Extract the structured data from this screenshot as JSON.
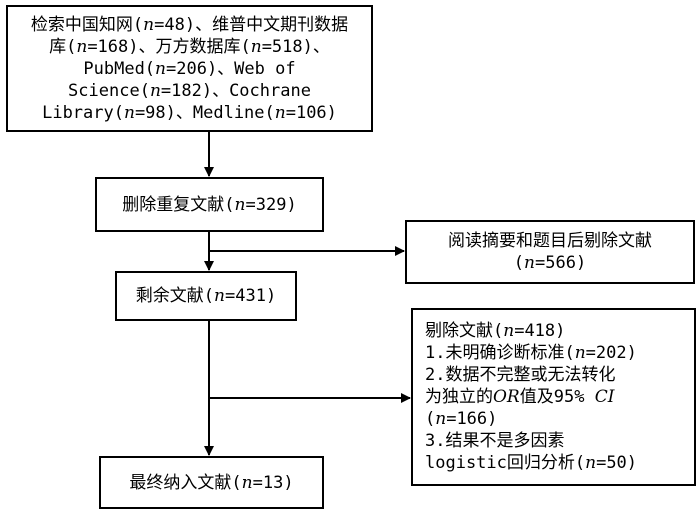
{
  "boxes": {
    "sources": {
      "lines": [
        [
          {
            "t": "检索中国知网("
          },
          {
            "t": "n",
            "i": true
          },
          {
            "t": "=48)、维普中文期刊数据"
          }
        ],
        [
          {
            "t": "库("
          },
          {
            "t": "n",
            "i": true
          },
          {
            "t": "=168)、万方数据库("
          },
          {
            "t": "n",
            "i": true
          },
          {
            "t": "=518)、"
          }
        ],
        [
          {
            "t": "PubMed("
          },
          {
            "t": "n",
            "i": true
          },
          {
            "t": "=206)、Web of"
          }
        ],
        [
          {
            "t": "Science("
          },
          {
            "t": "n",
            "i": true
          },
          {
            "t": "=182)、Cochrane"
          }
        ],
        [
          {
            "t": "Library("
          },
          {
            "t": "n",
            "i": true
          },
          {
            "t": "=98)、Medline("
          },
          {
            "t": "n",
            "i": true
          },
          {
            "t": "=106)"
          }
        ]
      ]
    },
    "duplicates_removed": {
      "lines": [
        [
          {
            "t": "删除重复文献("
          },
          {
            "t": "n",
            "i": true
          },
          {
            "t": "=329)"
          }
        ]
      ]
    },
    "abstract_excluded": {
      "lines": [
        [
          {
            "t": "阅读摘要和题目后剔除文献"
          }
        ],
        [
          {
            "t": "("
          },
          {
            "t": "n",
            "i": true
          },
          {
            "t": "=566)"
          }
        ]
      ]
    },
    "remaining": {
      "lines": [
        [
          {
            "t": "剩余文献("
          },
          {
            "t": "n",
            "i": true
          },
          {
            "t": "=431)"
          }
        ]
      ]
    },
    "fulltext_excluded": {
      "lines": [
        [
          {
            "t": "剔除文献("
          },
          {
            "t": "n",
            "i": true
          },
          {
            "t": "=418)"
          }
        ],
        [
          {
            "t": "1.未明确诊断标准("
          },
          {
            "t": "n",
            "i": true
          },
          {
            "t": "=202)"
          }
        ],
        [
          {
            "t": "2.数据不完整或无法转化"
          }
        ],
        [
          {
            "t": "为独立的"
          },
          {
            "t": "OR",
            "i": true
          },
          {
            "t": "值及95% "
          },
          {
            "t": "CI",
            "i": true
          }
        ],
        [
          {
            "t": "("
          },
          {
            "t": "n",
            "i": true
          },
          {
            "t": "=166)"
          }
        ],
        [
          {
            "t": "3.结果不是多因素"
          }
        ],
        [
          {
            "t": "logistic回归分析("
          },
          {
            "t": "n",
            "i": true
          },
          {
            "t": "=50)"
          }
        ]
      ]
    },
    "included": {
      "lines": [
        [
          {
            "t": "最终纳入文献("
          },
          {
            "t": "n",
            "i": true
          },
          {
            "t": "=13)"
          }
        ]
      ]
    }
  }
}
